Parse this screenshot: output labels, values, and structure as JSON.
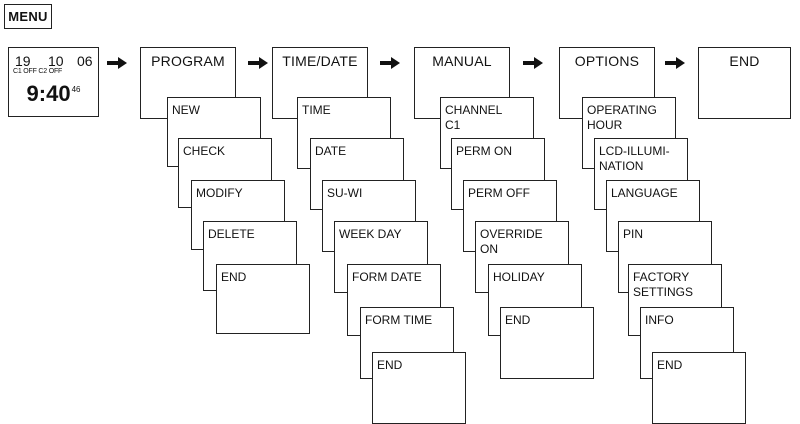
{
  "menu_label": "MENU",
  "clock": {
    "day": "19",
    "month": "10",
    "year": "06",
    "channels": "C1 OFF C2 OFF",
    "time": "9:40",
    "seconds": "46"
  },
  "columns": [
    {
      "key": "program",
      "title": "PROGRAM",
      "items": [
        "NEW",
        "CHECK",
        "MODIFY",
        "DELETE",
        "END"
      ]
    },
    {
      "key": "timedate",
      "title": "TIME/DATE",
      "items": [
        "TIME",
        "DATE",
        "SU-WI",
        "WEEK DAY",
        "FORM DATE",
        "FORM TIME",
        "END"
      ]
    },
    {
      "key": "manual",
      "title": "MANUAL",
      "items": [
        "CHANNEL\nC1",
        "PERM ON",
        "PERM OFF",
        "OVERRIDE\nON",
        "HOLIDAY",
        "END"
      ]
    },
    {
      "key": "options",
      "title": "OPTIONS",
      "items": [
        "OPERATING\nHOUR",
        "LCD-ILLUMI-\nNATION",
        "LANGUAGE",
        "PIN",
        "FACTORY\nSETTINGS",
        "INFO",
        "END"
      ]
    },
    {
      "key": "end",
      "title": "END",
      "items": []
    }
  ],
  "colors": {
    "line": "#222222",
    "arrow": "#111111",
    "background": "#ffffff"
  }
}
